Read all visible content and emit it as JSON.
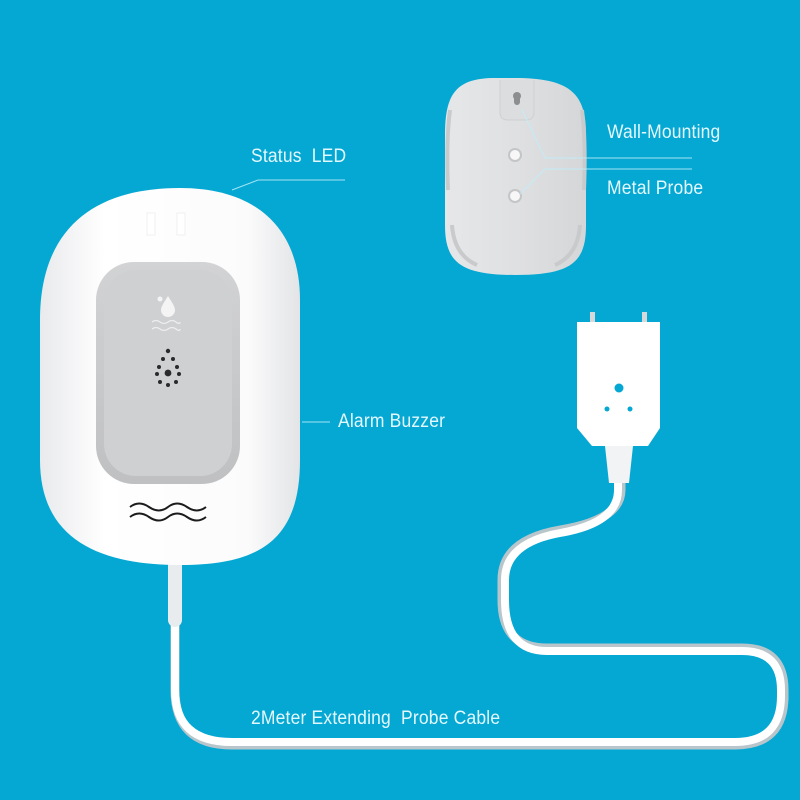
{
  "diagram": {
    "subject": "Water leak detector with remote probe",
    "background_color": "#05a8d2",
    "text_color": "#e4f8ff",
    "labels": {
      "status_led": "Status  LED",
      "alarm_buzzer": "Alarm Buzzer",
      "wall_mounting": "Wall-Mounting",
      "metal_probe": "Metal Probe",
      "probe_cable": "2Meter Extending  Probe Cable"
    },
    "components": [
      {
        "name": "main-unit",
        "icons": [
          "water-drop-icon",
          "water-waves-icon",
          "buzzer-holes-icon",
          "wave-logo-icon"
        ]
      },
      {
        "name": "back-plate",
        "icons": [
          "keyhole-icon",
          "metal-probe-contact-icon"
        ]
      },
      {
        "name": "remote-probe",
        "icons": [
          "probe-pin-icon",
          "probe-dot-icon"
        ]
      },
      {
        "name": "probe-cable"
      }
    ]
  }
}
